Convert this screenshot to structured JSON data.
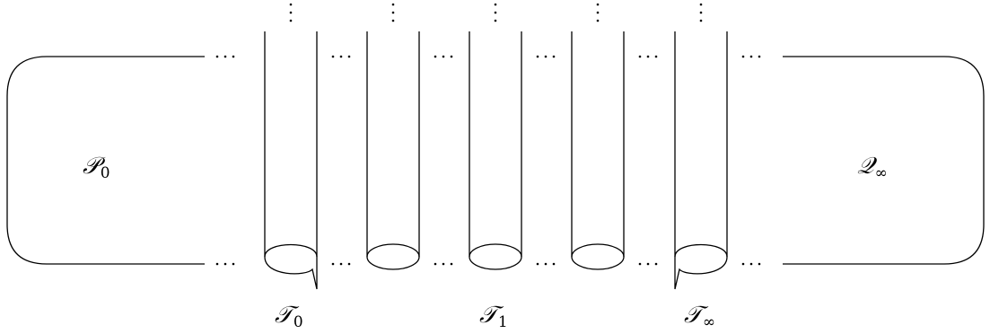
{
  "labels": {
    "left_region": {
      "base": "𝒫",
      "sub": "0"
    },
    "right_region": {
      "base": "𝒬",
      "sub": "∞"
    },
    "tube_0": {
      "base": "𝒯",
      "sub": "0"
    },
    "tube_1": {
      "base": "𝒯",
      "sub": "1"
    },
    "tube_inf": {
      "base": "𝒯",
      "sub": "∞"
    }
  },
  "tubes": [
    {
      "name": "tube-t0",
      "seam": "right"
    },
    {
      "name": "tube-2",
      "seam": "none"
    },
    {
      "name": "tube-t1",
      "seam": "none"
    },
    {
      "name": "tube-4",
      "seam": "none"
    },
    {
      "name": "tube-tinf",
      "seam": "left"
    }
  ]
}
